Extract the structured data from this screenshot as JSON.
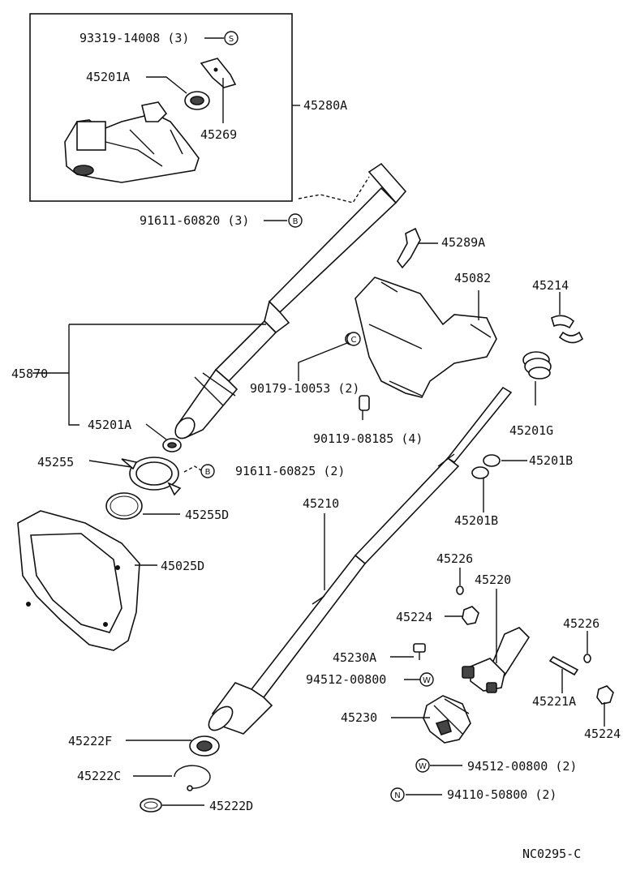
{
  "labels": {
    "p93319": "93319-14008 (3)",
    "p45201a_top": "45201A",
    "p45280a": "45280A",
    "p45269": "45269",
    "p91611_820": "91611-60820 (3)",
    "p45289a": "45289A",
    "p45082": "45082",
    "p45214": "45214",
    "p45870": "45870",
    "p90179": "90179-10053 (2)",
    "p45201a_low": "45201A",
    "p90119": "90119-08185 (4)",
    "p45201g": "45201G",
    "p45255": "45255",
    "p91611_825": "91611-60825 (2)",
    "p45201b_r": "45201B",
    "p45255d": "45255D",
    "p45210": "45210",
    "p45201b_l": "45201B",
    "p45025d": "45025D",
    "p45226_l": "45226",
    "p45220": "45220",
    "p45224_l": "45224",
    "p45226_r": "45226",
    "p45230a": "45230A",
    "p94512_a": "94512-00800",
    "p45221a": "45221A",
    "p45230": "45230",
    "p45224_r": "45224",
    "p45222f": "45222F",
    "p45222c": "45222C",
    "p94512_b": "94512-00800 (2)",
    "p45222d": "45222D",
    "p94110": "94110-50800 (2)",
    "code": "NC0295-C"
  },
  "symbols": {
    "s": "S",
    "b1": "B",
    "b2": "B",
    "c": "C",
    "w1": "W",
    "w2": "W",
    "n": "N"
  }
}
